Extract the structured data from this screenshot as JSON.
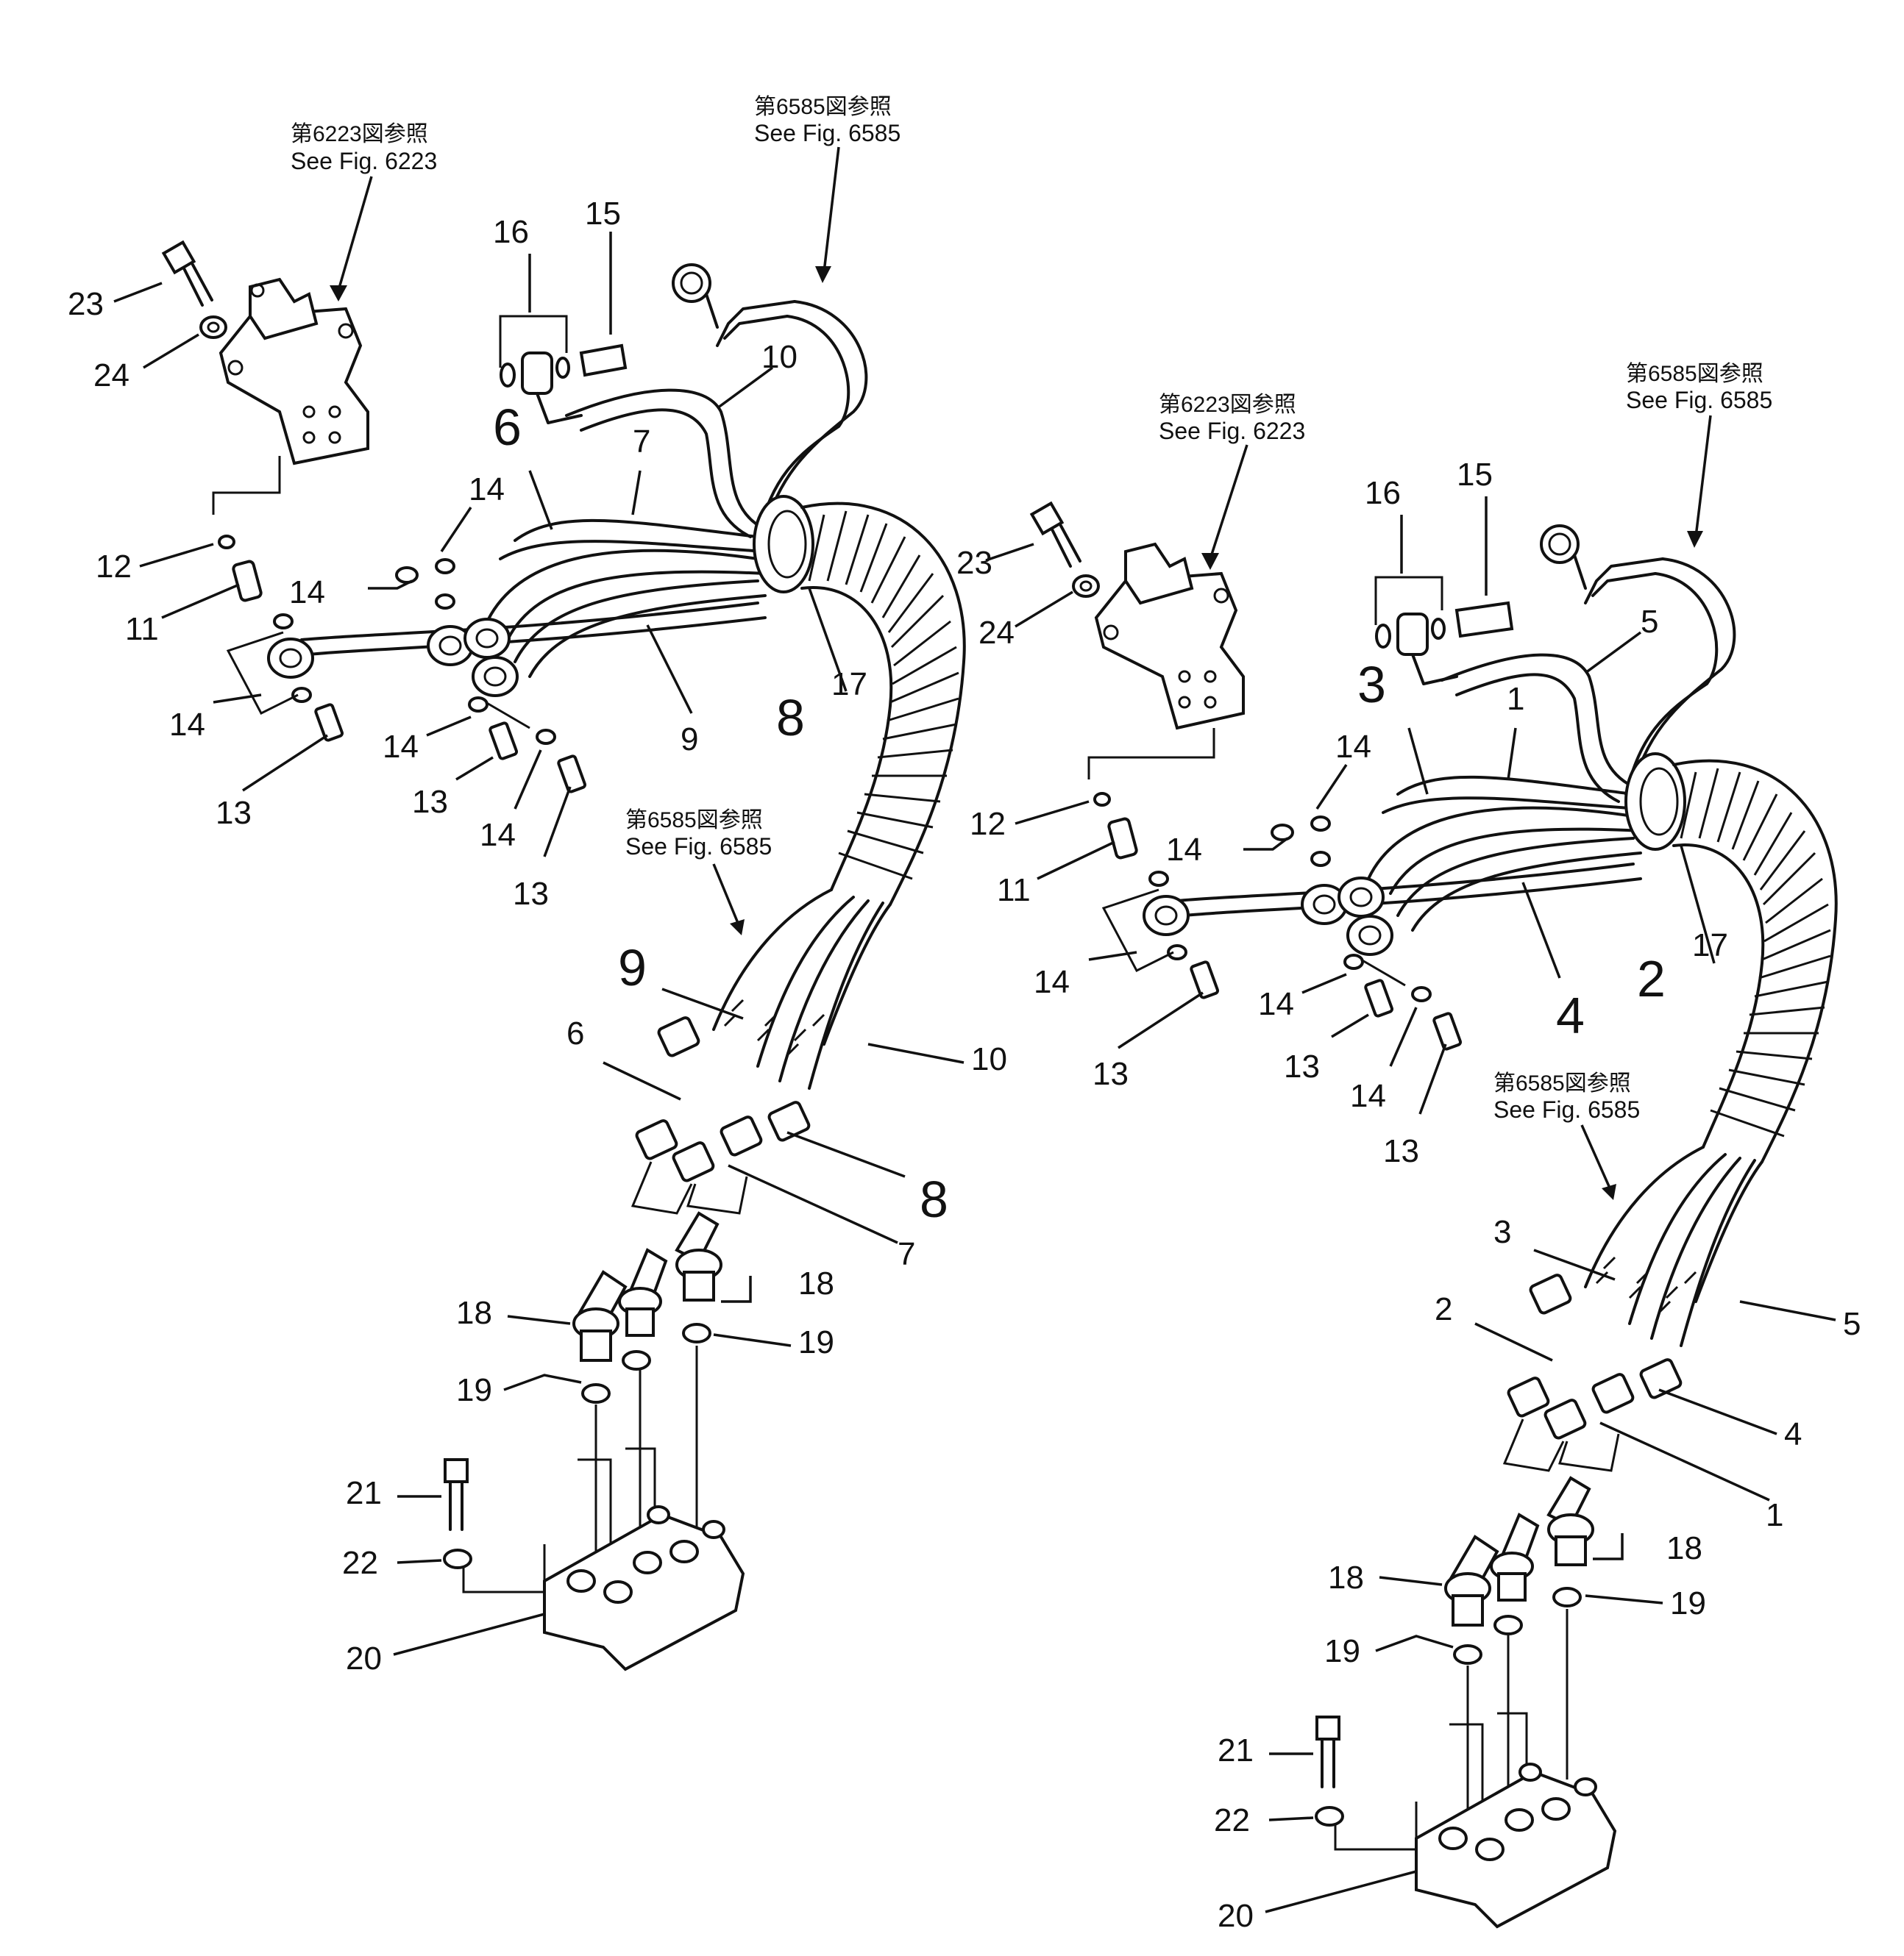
{
  "figure_refs": [
    {
      "jp": "第6223図参照",
      "en": "See Fig. 6223"
    },
    {
      "jp": "第6585図参照",
      "en": "See Fig. 6585"
    },
    {
      "jp": "第6585図参照",
      "en": "See Fig. 6585"
    },
    {
      "jp": "第6223図参照",
      "en": "See Fig. 6223"
    },
    {
      "jp": "第6585図参照",
      "en": "See Fig. 6585"
    },
    {
      "jp": "第6585図参照",
      "en": "See Fig. 6585"
    }
  ],
  "left_callouts": [
    "23",
    "24",
    "16",
    "15",
    "10",
    "6",
    "7",
    "14",
    "12",
    "14",
    "11",
    "14",
    "14",
    "13",
    "13",
    "14",
    "13",
    "9",
    "8",
    "17",
    "9",
    "6",
    "10",
    "8",
    "7",
    "18",
    "18",
    "19",
    "19",
    "21",
    "22",
    "20"
  ],
  "right_callouts": [
    "23",
    "24",
    "16",
    "15",
    "5",
    "3",
    "1",
    "14",
    "12",
    "14",
    "11",
    "14",
    "14",
    "13",
    "13",
    "14",
    "13",
    "4",
    "2",
    "17",
    "3",
    "2",
    "5",
    "4",
    "1",
    "18",
    "18",
    "19",
    "19",
    "21",
    "22",
    "20"
  ]
}
